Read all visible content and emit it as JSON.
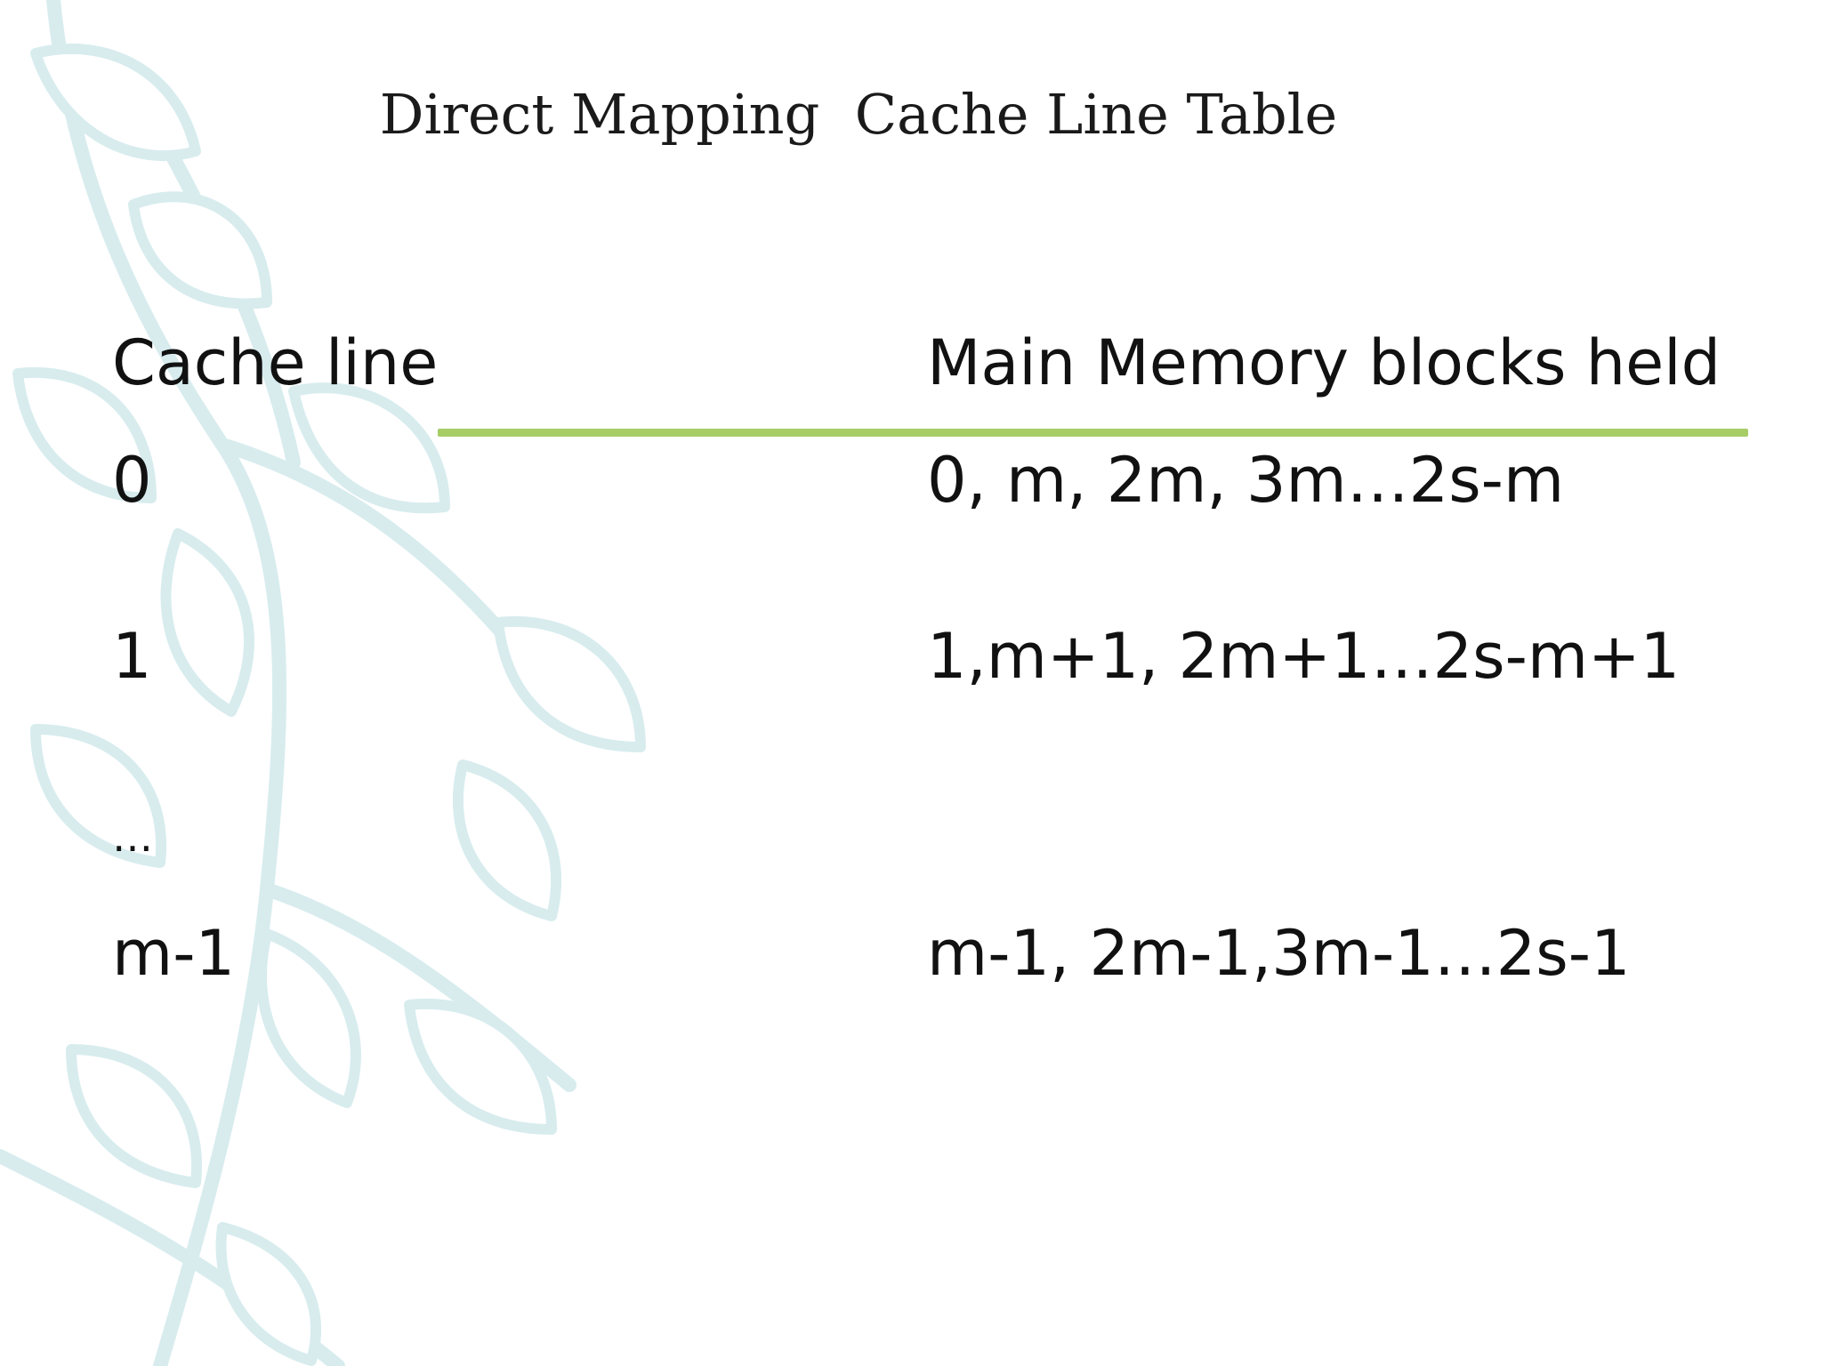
{
  "slide": {
    "title": "Direct Mapping  Cache Line Table",
    "accent_color": "#a6cd66",
    "decor_color": "#d8ecee",
    "table": {
      "headers": {
        "left": "Cache line",
        "right": "Main Memory blocks held"
      },
      "rows": [
        {
          "line": "0",
          "blocks": "0, m, 2m, 3m…2s-m"
        },
        {
          "line": "1",
          "blocks": "1,m+1, 2m+1…2s-m+1"
        },
        {
          "line": "…",
          "blocks": ""
        },
        {
          "line": "m-1",
          "blocks": "m-1, 2m-1,3m-1…2s-1"
        }
      ]
    }
  }
}
